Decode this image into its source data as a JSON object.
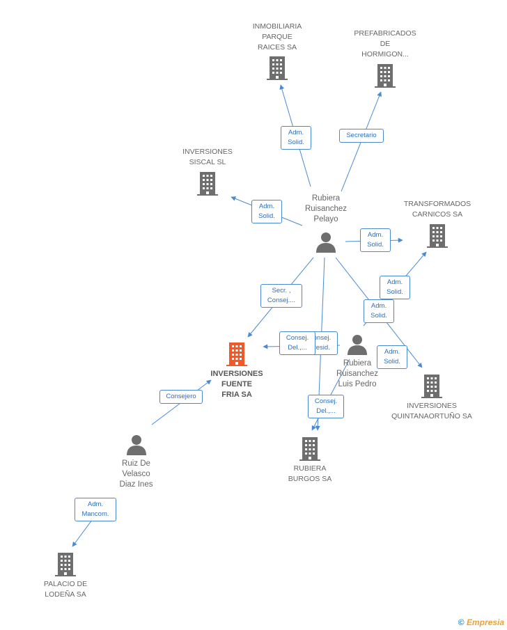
{
  "colors": {
    "edge": "#4a8ad4",
    "company": "#6e6e6e",
    "main_company": "#f05a28",
    "person": "#6e6e6e"
  },
  "nodes": {
    "inmobiliaria": {
      "label": "INMOBILIARIA\nPARQUE\nRAICES SA",
      "icon": "building-icon"
    },
    "prefabricados": {
      "label": "PREFABRICADOS\nDE\nHORMIGON...",
      "icon": "building-icon"
    },
    "siscal": {
      "label": "INVERSIONES\nSISCAL  SL",
      "icon": "building-icon"
    },
    "pelayo": {
      "label": "Rubiera\nRuisanchez\nPelayo",
      "icon": "person-icon"
    },
    "transformados": {
      "label": "TRANSFORMADOS\nCARNICOS SA",
      "icon": "building-icon"
    },
    "fuente_fria": {
      "label": "INVERSIONES\nFUENTE\nFRIA SA",
      "icon": "building-icon"
    },
    "luis_pedro": {
      "label": "Rubiera\nRuisanchez\nLuis Pedro",
      "icon": "person-icon"
    },
    "quintanaortuno": {
      "label": "INVERSIONES\nQUINTANAORTUÑO SA",
      "icon": "building-icon"
    },
    "rubiera_burgos": {
      "label": "RUBIERA\nBURGOS SA",
      "icon": "building-icon"
    },
    "ines": {
      "label": "Ruiz De\nVelasco\nDiaz Ines",
      "icon": "person-icon"
    },
    "palacio": {
      "label": "PALACIO DE\nLODEÑA SA",
      "icon": "building-icon"
    }
  },
  "edge_labels": {
    "pelayo_inmobiliaria": "Adm.\nSolid.",
    "pelayo_prefabricados": "Secretario",
    "pelayo_siscal": "Adm.\nSolid.",
    "pelayo_transformados": "Adm.\nSolid.",
    "pelayo_fuente": "Secr. ,\nConsej....",
    "luis_fuente_back": "Consej.\nPresid.",
    "luis_fuente": "Consej.\nDel.,...",
    "luis_transformados": "Adm.\nSolid.",
    "pelayo_quintana": "Adm.\nSolid.",
    "luis_quintana": "Adm.\nSolid.",
    "pelayo_burgos": "Consej.\nDel.,...",
    "ines_fuente": "Consejero",
    "ines_palacio": "Adm.\nMancom."
  },
  "footer": {
    "copyright": "©",
    "brand": "Empresia"
  }
}
